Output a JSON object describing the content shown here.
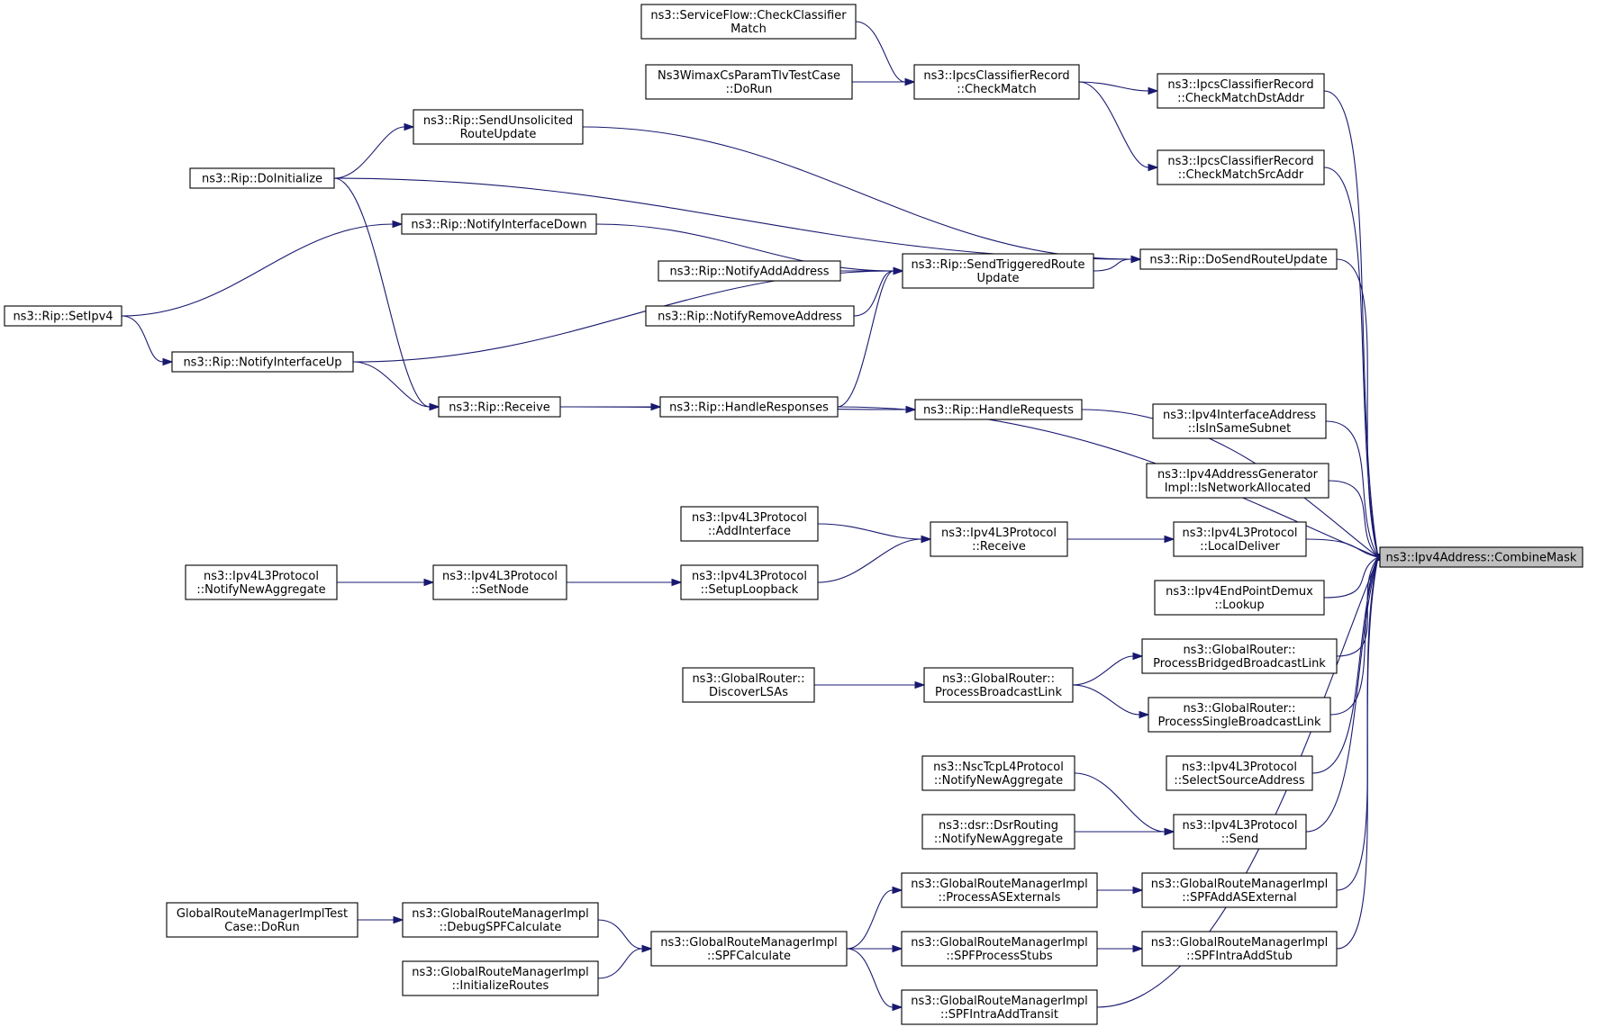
{
  "graph": {
    "root": "ns3::Ipv4Address::CombineMask",
    "colors": {
      "edge": "#191970",
      "root_fill": "#bfbfbf",
      "node_fill": "#ffffff",
      "border": "#000000"
    },
    "nodes": [
      {
        "id": "root",
        "lines": [
          "ns3::Ipv4Address::CombineMask"
        ],
        "root": true
      },
      {
        "id": "ipcs_check",
        "lines": [
          "ns3::IpcsClassifierRecord",
          "::CheckMatch"
        ]
      },
      {
        "id": "sf_check",
        "lines": [
          "ns3::ServiceFlow::CheckClassifier",
          "Match"
        ]
      },
      {
        "id": "wimax_dorun",
        "lines": [
          "Ns3WimaxCsParamTlvTestCase",
          "::DoRun"
        ]
      },
      {
        "id": "ipcs_dst",
        "lines": [
          "ns3::IpcsClassifierRecord",
          "::CheckMatchDstAddr"
        ]
      },
      {
        "id": "ipcs_src",
        "lines": [
          "ns3::IpcsClassifierRecord",
          "::CheckMatchSrcAddr"
        ]
      },
      {
        "id": "rip_sendunsol",
        "lines": [
          "ns3::Rip::SendUnsolicited",
          "RouteUpdate"
        ]
      },
      {
        "id": "rip_doinit",
        "lines": [
          "ns3::Rip::DoInitialize"
        ]
      },
      {
        "id": "rip_ifdown",
        "lines": [
          "ns3::Rip::NotifyInterfaceDown"
        ]
      },
      {
        "id": "rip_dosend",
        "lines": [
          "ns3::Rip::DoSendRouteUpdate"
        ]
      },
      {
        "id": "rip_sendtrig",
        "lines": [
          "ns3::Rip::SendTriggeredRoute",
          "Update"
        ]
      },
      {
        "id": "rip_addaddr",
        "lines": [
          "ns3::Rip::NotifyAddAddress"
        ]
      },
      {
        "id": "rip_rmaddr",
        "lines": [
          "ns3::Rip::NotifyRemoveAddress"
        ]
      },
      {
        "id": "rip_setipv4",
        "lines": [
          "ns3::Rip::SetIpv4"
        ]
      },
      {
        "id": "rip_ifup",
        "lines": [
          "ns3::Rip::NotifyInterfaceUp"
        ]
      },
      {
        "id": "rip_receive",
        "lines": [
          "ns3::Rip::Receive"
        ]
      },
      {
        "id": "rip_handleresp",
        "lines": [
          "ns3::Rip::HandleResponses"
        ]
      },
      {
        "id": "rip_handlereq",
        "lines": [
          "ns3::Rip::HandleRequests"
        ]
      },
      {
        "id": "ifaddr_samesub",
        "lines": [
          "ns3::Ipv4InterfaceAddress",
          "::IsInSameSubnet"
        ]
      },
      {
        "id": "addrgen_alloc",
        "lines": [
          "ns3::Ipv4AddressGenerator",
          "Impl::IsNetworkAllocated"
        ]
      },
      {
        "id": "l3_addif",
        "lines": [
          "ns3::Ipv4L3Protocol",
          "::AddInterface"
        ]
      },
      {
        "id": "l3_receive",
        "lines": [
          "ns3::Ipv4L3Protocol",
          "::Receive"
        ]
      },
      {
        "id": "l3_localdeliver",
        "lines": [
          "ns3::Ipv4L3Protocol",
          "::LocalDeliver"
        ]
      },
      {
        "id": "l3_notifyagg",
        "lines": [
          "ns3::Ipv4L3Protocol",
          "::NotifyNewAggregate"
        ]
      },
      {
        "id": "l3_setnode",
        "lines": [
          "ns3::Ipv4L3Protocol",
          "::SetNode"
        ]
      },
      {
        "id": "l3_setuploop",
        "lines": [
          "ns3::Ipv4L3Protocol",
          "::SetupLoopback"
        ]
      },
      {
        "id": "epdemux_lookup",
        "lines": [
          "ns3::Ipv4EndPointDemux",
          "::Lookup"
        ]
      },
      {
        "id": "gr_discover",
        "lines": [
          "ns3::GlobalRouter::",
          "DiscoverLSAs"
        ]
      },
      {
        "id": "gr_procbcast",
        "lines": [
          "ns3::GlobalRouter::",
          "ProcessBroadcastLink"
        ]
      },
      {
        "id": "gr_procbridged",
        "lines": [
          "ns3::GlobalRouter::",
          "ProcessBridgedBroadcastLink"
        ]
      },
      {
        "id": "gr_procsingle",
        "lines": [
          "ns3::GlobalRouter::",
          "ProcessSingleBroadcastLink"
        ]
      },
      {
        "id": "l3_selectsrc",
        "lines": [
          "ns3::Ipv4L3Protocol",
          "::SelectSourceAddress"
        ]
      },
      {
        "id": "nsc_notifyagg",
        "lines": [
          "ns3::NscTcpL4Protocol",
          "::NotifyNewAggregate"
        ]
      },
      {
        "id": "dsr_notifyagg",
        "lines": [
          "ns3::dsr::DsrRouting",
          "::NotifyNewAggregate"
        ]
      },
      {
        "id": "l3_send",
        "lines": [
          "ns3::Ipv4L3Protocol",
          "::Send"
        ]
      },
      {
        "id": "grm_procasext",
        "lines": [
          "ns3::GlobalRouteManagerImpl",
          "::ProcessASExternals"
        ]
      },
      {
        "id": "grm_spfaddasext",
        "lines": [
          "ns3::GlobalRouteManagerImpl",
          "::SPFAddASExternal"
        ]
      },
      {
        "id": "grm_test_dorun",
        "lines": [
          "GlobalRouteManagerImplTest",
          "Case::DoRun"
        ]
      },
      {
        "id": "grm_debugspf",
        "lines": [
          "ns3::GlobalRouteManagerImpl",
          "::DebugSPFCalculate"
        ]
      },
      {
        "id": "grm_spfcalc",
        "lines": [
          "ns3::GlobalRouteManagerImpl",
          "::SPFCalculate"
        ]
      },
      {
        "id": "grm_spfprocstubs",
        "lines": [
          "ns3::GlobalRouteManagerImpl",
          "::SPFProcessStubs"
        ]
      },
      {
        "id": "grm_spfintrastub",
        "lines": [
          "ns3::GlobalRouteManagerImpl",
          "::SPFIntraAddStub"
        ]
      },
      {
        "id": "grm_initroutes",
        "lines": [
          "ns3::GlobalRouteManagerImpl",
          "::InitializeRoutes"
        ]
      },
      {
        "id": "grm_spfintratransit",
        "lines": [
          "ns3::GlobalRouteManagerImpl",
          "::SPFIntraAddTransit"
        ]
      }
    ],
    "edges": [
      [
        "sf_check",
        "ipcs_check"
      ],
      [
        "wimax_dorun",
        "ipcs_check"
      ],
      [
        "ipcs_check",
        "ipcs_dst"
      ],
      [
        "ipcs_check",
        "ipcs_src"
      ],
      [
        "ipcs_dst",
        "root"
      ],
      [
        "ipcs_src",
        "root"
      ],
      [
        "rip_doinit",
        "rip_sendunsol"
      ],
      [
        "rip_sendunsol",
        "rip_dosend"
      ],
      [
        "rip_doinit",
        "rip_dosend"
      ],
      [
        "rip_doinit",
        "rip_receive"
      ],
      [
        "rip_setipv4",
        "rip_ifdown"
      ],
      [
        "rip_setipv4",
        "rip_ifup"
      ],
      [
        "rip_ifdown",
        "rip_sendtrig"
      ],
      [
        "rip_addaddr",
        "rip_sendtrig"
      ],
      [
        "rip_rmaddr",
        "rip_sendtrig"
      ],
      [
        "rip_ifup",
        "rip_sendtrig"
      ],
      [
        "rip_handleresp",
        "rip_sendtrig"
      ],
      [
        "rip_sendtrig",
        "rip_dosend"
      ],
      [
        "rip_dosend",
        "root"
      ],
      [
        "rip_ifup",
        "rip_receive"
      ],
      [
        "rip_receive",
        "rip_handleresp"
      ],
      [
        "rip_receive",
        "rip_handlereq"
      ],
      [
        "rip_handleresp",
        "root"
      ],
      [
        "rip_handlereq",
        "root"
      ],
      [
        "ifaddr_samesub",
        "root"
      ],
      [
        "addrgen_alloc",
        "root"
      ],
      [
        "l3_addif",
        "l3_receive"
      ],
      [
        "l3_setuploop",
        "l3_receive"
      ],
      [
        "l3_notifyagg",
        "l3_setnode"
      ],
      [
        "l3_setnode",
        "l3_setuploop"
      ],
      [
        "l3_receive",
        "l3_localdeliver"
      ],
      [
        "l3_localdeliver",
        "root"
      ],
      [
        "epdemux_lookup",
        "root"
      ],
      [
        "gr_discover",
        "gr_procbcast"
      ],
      [
        "gr_procbcast",
        "gr_procbridged"
      ],
      [
        "gr_procbcast",
        "gr_procsingle"
      ],
      [
        "gr_procbridged",
        "root"
      ],
      [
        "gr_procsingle",
        "root"
      ],
      [
        "l3_selectsrc",
        "root"
      ],
      [
        "nsc_notifyagg",
        "l3_send"
      ],
      [
        "dsr_notifyagg",
        "l3_send"
      ],
      [
        "l3_send",
        "root"
      ],
      [
        "grm_test_dorun",
        "grm_debugspf"
      ],
      [
        "grm_debugspf",
        "grm_spfcalc"
      ],
      [
        "grm_initroutes",
        "grm_spfcalc"
      ],
      [
        "grm_spfcalc",
        "grm_procasext"
      ],
      [
        "grm_spfcalc",
        "grm_spfprocstubs"
      ],
      [
        "grm_spfcalc",
        "grm_spfintratransit"
      ],
      [
        "grm_procasext",
        "grm_spfaddasext"
      ],
      [
        "grm_spfprocstubs",
        "grm_spfintrastub"
      ],
      [
        "grm_spfaddasext",
        "root"
      ],
      [
        "grm_spfintrastub",
        "root"
      ],
      [
        "grm_spfintratransit",
        "root"
      ]
    ]
  }
}
